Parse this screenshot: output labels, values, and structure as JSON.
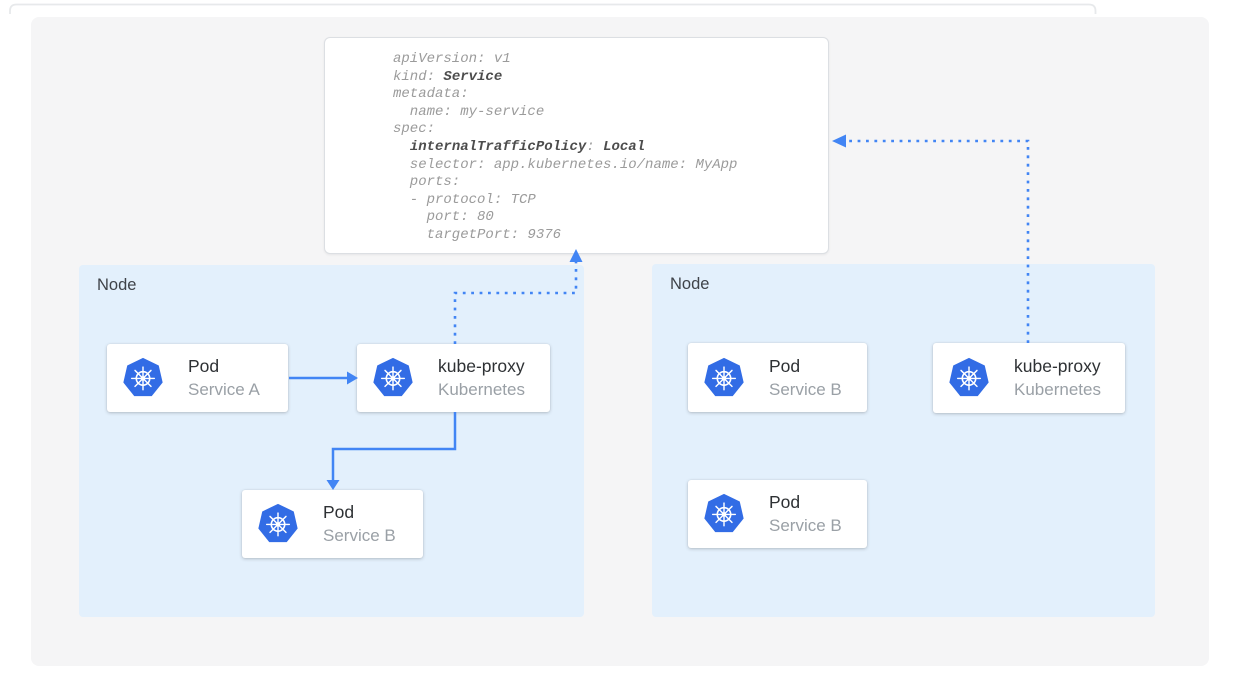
{
  "diagram": {
    "title_hint": "Kubernetes Service internalTrafficPolicy: Local traffic flow",
    "yaml_card": {
      "lines": [
        {
          "parts": [
            {
              "t": "apiVersion: v1",
              "b": false
            }
          ]
        },
        {
          "parts": [
            {
              "t": "kind: ",
              "b": false
            },
            {
              "t": "Service",
              "b": true
            }
          ]
        },
        {
          "parts": [
            {
              "t": "metadata:",
              "b": false
            }
          ]
        },
        {
          "parts": [
            {
              "t": "  name: my-service",
              "b": false
            }
          ]
        },
        {
          "parts": [
            {
              "t": "spec:",
              "b": false
            }
          ]
        },
        {
          "parts": [
            {
              "t": "  ",
              "b": false
            },
            {
              "t": "internalTrafficPolicy",
              "b": true
            },
            {
              "t": ": ",
              "b": false
            },
            {
              "t": "Local",
              "b": true
            }
          ]
        },
        {
          "parts": [
            {
              "t": "  selector: app.kubernetes.io/name: MyApp",
              "b": false
            }
          ]
        },
        {
          "parts": [
            {
              "t": "  ports:",
              "b": false
            }
          ]
        },
        {
          "parts": [
            {
              "t": "  - protocol: TCP",
              "b": false
            }
          ]
        },
        {
          "parts": [
            {
              "t": "    port: 80",
              "b": false
            }
          ]
        },
        {
          "parts": [
            {
              "t": "    targetPort: 9376",
              "b": false
            }
          ]
        }
      ]
    },
    "nodes": [
      {
        "label": "Node",
        "cards": [
          {
            "icon": "kubernetes-icon",
            "title": "Pod",
            "subtitle": "Service A"
          },
          {
            "icon": "kubernetes-icon",
            "title": "kube-proxy",
            "subtitle": "Kubernetes"
          },
          {
            "icon": "kubernetes-icon",
            "title": "Pod",
            "subtitle": "Service B"
          }
        ]
      },
      {
        "label": "Node",
        "cards": [
          {
            "icon": "kubernetes-icon",
            "title": "Pod",
            "subtitle": "Service B"
          },
          {
            "icon": "kubernetes-icon",
            "title": "kube-proxy",
            "subtitle": "Kubernetes"
          },
          {
            "icon": "kubernetes-icon",
            "title": "Pod",
            "subtitle": "Service B"
          }
        ]
      }
    ],
    "arrows": [
      {
        "name": "solid-arrow-pod-a-to-kube-proxy",
        "style": "solid"
      },
      {
        "name": "solid-arrow-kube-proxy-to-pod-b",
        "style": "solid"
      },
      {
        "name": "dotted-arrow-left-kube-proxy-to-service",
        "style": "dotted"
      },
      {
        "name": "dotted-arrow-right-kube-proxy-to-service",
        "style": "dotted"
      }
    ],
    "colors": {
      "canvas_bg": "#f5f5f6",
      "node_bg": "#e3f0fc",
      "arrow_blue": "#4285f4",
      "kubernetes_blue": "#326ce5",
      "code_gray": "#9b9b9b",
      "code_bold": "#4d4d4d",
      "title_text": "#2e3134",
      "subtitle_gray": "#9aa0a6",
      "node_label_text": "#3f4349"
    }
  }
}
